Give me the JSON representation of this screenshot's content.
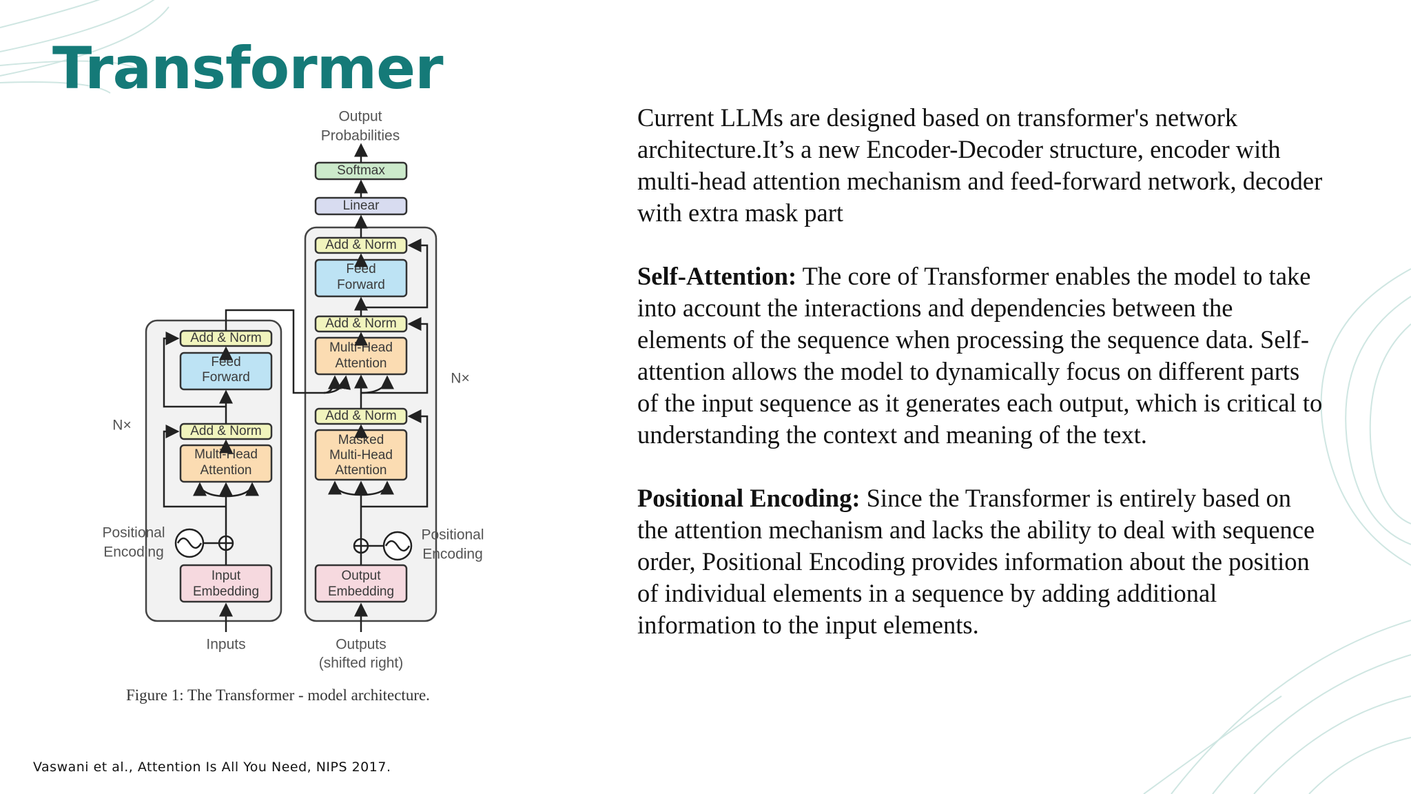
{
  "slide": {
    "title": "Transformer",
    "caption": "Figure 1: The Transformer - model architecture.",
    "reference": "Vaswani et al., Attention Is All You Need, NIPS 2017."
  },
  "colors": {
    "title": "#157a78",
    "decoration": "#cfe6e2",
    "add_norm": "#f1f4bd",
    "feed_forward": "#bde3f4",
    "attention": "#fbdcb2",
    "embedding": "#f6d9df",
    "linear": "#d8dcf0",
    "softmax": "#cceacb"
  },
  "diagram": {
    "output_probabilities": [
      "Output",
      "Probabilities"
    ],
    "softmax": "Softmax",
    "linear": "Linear",
    "add_norm": "Add & Norm",
    "feed_forward": [
      "Feed",
      "Forward"
    ],
    "multi_head_attention": [
      "Multi-Head",
      "Attention"
    ],
    "masked_multi_head_attention": [
      "Masked",
      "Multi-Head",
      "Attention"
    ],
    "nx": "N×",
    "positional_encoding": [
      "Positional",
      "Encoding"
    ],
    "input_embedding": [
      "Input",
      "Embedding"
    ],
    "output_embedding": [
      "Output",
      "Embedding"
    ],
    "inputs": "Inputs",
    "outputs": [
      "Outputs",
      "(shifted right)"
    ]
  },
  "body": {
    "intro": "Current LLMs are designed based on transformer's network architecture.It’s a new Encoder-Decoder structure, encoder with multi-head attention mechanism and feed-forward network, decoder with extra mask part",
    "self_attention_heading": "Self-Attention:",
    "self_attention_text": " The core of Transformer enables the model to take into account the interactions and dependencies between the elements of the sequence when processing the sequence data. Self-attention allows the model to dynamically focus on different parts of the input sequence as it generates each output, which is critical to understanding the context and meaning of the text.",
    "positional_heading": "Positional Encoding:",
    "positional_text": " Since the Transformer is entirely based on the attention mechanism and lacks the ability to deal with sequence order, Positional Encoding provides information about the position of individual elements in a sequence by adding additional information to the input elements."
  }
}
